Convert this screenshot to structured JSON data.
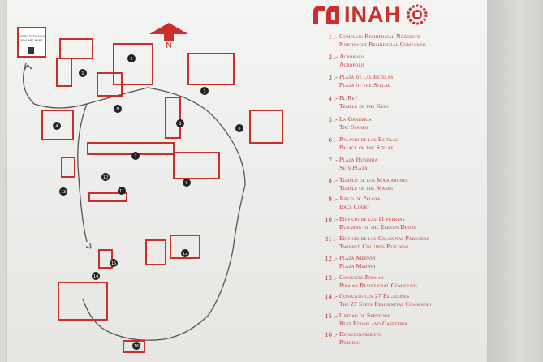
{
  "logo": {
    "text": "INAH"
  },
  "map": {
    "north_label": "N",
    "notice_text": "USTED ESTA AQUI\nYOU ARE HERE",
    "markers": [
      "1",
      "2",
      "3",
      "4",
      "5",
      "6",
      "7",
      "8",
      "9",
      "10",
      "11",
      "12",
      "13",
      "14",
      "15",
      "16"
    ]
  },
  "legend": [
    {
      "num": "1 .-",
      "es": "Complejo Residencial Noroeste",
      "en": "Northwest Residential Compound"
    },
    {
      "num": "2 .-",
      "es": "Acrópolis",
      "en": "Acrópolis"
    },
    {
      "num": "3 .-",
      "es": "Plaza de las Estelas",
      "en": "Plaza of the Stelae"
    },
    {
      "num": "4 .-",
      "es": "El Rey",
      "en": "Temple of the King"
    },
    {
      "num": "5 .-",
      "es": "La Gradería",
      "en": "The Stands"
    },
    {
      "num": "6 .-",
      "es": "Palacio de las Estelas",
      "en": "Palace of the Stelae"
    },
    {
      "num": "7 .-",
      "es": "Plaza Hundida",
      "en": "Su   n Plaza"
    },
    {
      "num": "8 .-",
      "es": "Templo de los Mascarones",
      "en": "Temple of the Masks"
    },
    {
      "num": "9 .-",
      "es": "Juego de Pelota",
      "en": "Ball Court"
    },
    {
      "num": "10 .-",
      "es": "Edificio de las 11 puertas",
      "en": "Building of the Eleven Doors"
    },
    {
      "num": "11 .-",
      "es": "Edificio de las Columnas Pareadas",
      "en": "Twinned Columns Building"
    },
    {
      "num": "12 .-",
      "es": "Plaza Merwin",
      "en": "Plaza Merwin"
    },
    {
      "num": "13 .-",
      "es": "Conjunto Pixa'an",
      "en": "Pixa'an Residential Compound"
    },
    {
      "num": "14 .-",
      "es": "Conjunto los 27 Escalones",
      "en": "The 27 Steps Residential Compound"
    },
    {
      "num": "15 .-",
      "es": "Unidad de Servicios",
      "en": "Rest Rooms and Cafeteria"
    },
    {
      "num": "16 .-",
      "es": "Estacionamiento",
      "en": "Parking"
    }
  ],
  "colors": {
    "accent": "#c9302c",
    "panel": "#f0f0ee",
    "wall": "#d0d1ce"
  }
}
